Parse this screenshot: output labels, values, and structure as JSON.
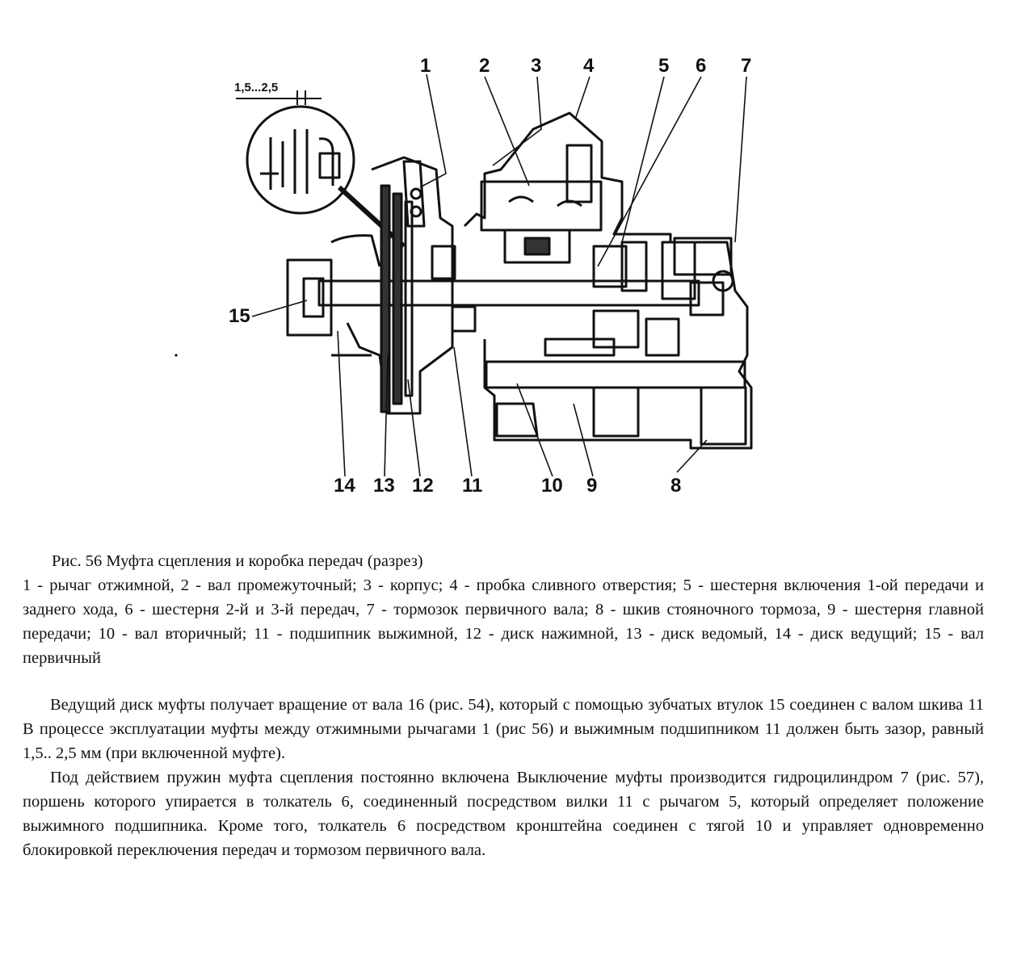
{
  "figure": {
    "dimension_label": "1,5...2,5",
    "callouts_top": [
      "1",
      "2",
      "3",
      "4",
      "5",
      "6",
      "7"
    ],
    "callouts_bottom": [
      "14",
      "13",
      "12",
      "11",
      "10",
      "9",
      "8"
    ],
    "callout_left": "15"
  },
  "caption": {
    "title": "Рис. 56  Муфта сцепления и коробка передач (разрез)",
    "text": "1 - рычаг отжимной, 2 - вал промежуточный; 3 - корпус; 4 - пробка сливного отверстия;  5 - шестерня включения 1-ой передачи и заднего хода, 6 - шестерня 2-й и 3-й передач,  7 - тормозок первичного вала; 8 - шкив стояночного тормоза, 9 - шестерня главной передачи;  10 - вал вторичный; 11 - подшипник выжимной, 12 - диск нажимной, 13 - диск ведомый, 14 - диск ведущий; 15 - вал первичный"
  },
  "body": {
    "paragraph1": "Ведущий диск муфты получает вращение от вала 16 (рис. 54), который с помощью зубчатых втулок 15 соединен с валом шкива 11  В процессе эксплуатации муфты между отжимными рычагами 1 (рис  56) и выжимным подшипником 11 должен быть зазор, равный 1,5.. 2,5 мм (при включенной муфте).",
    "paragraph2": "Под действием пружин муфта сцепления постоянно включена  Выключение муфты производится гидроцилиндром 7 (рис. 57), поршень которого упирается в толкатель 6, соединенный посредством вилки 11 с рычагом 5, который определяет положение выжимного подшипника. Кроме того, толкатель 6 посредством кронштейна соединен с тягой 10 и управляет одновременно блокировкой переключения передач и тормозом первичного вала."
  }
}
